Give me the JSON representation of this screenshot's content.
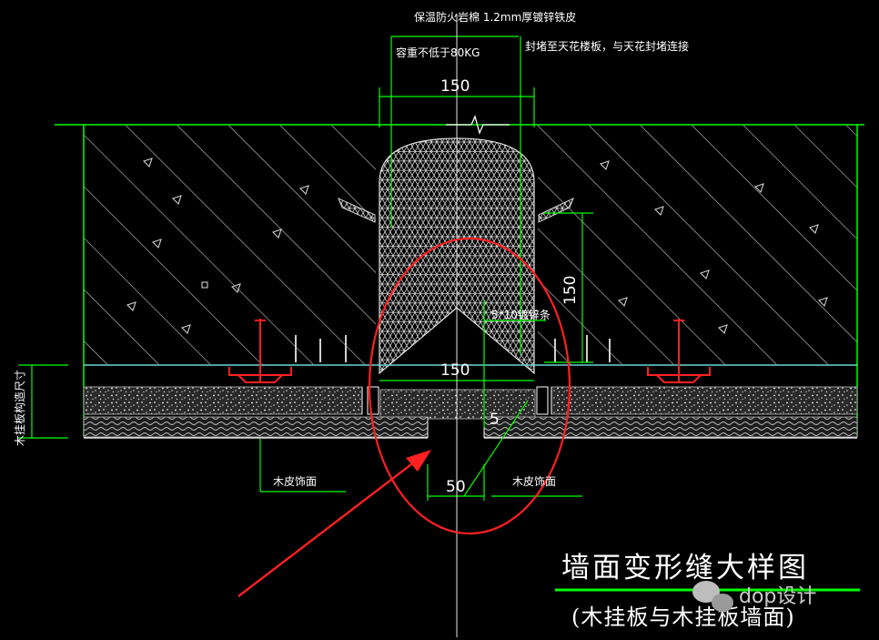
{
  "annotations": {
    "top_material": "保温防火岩棉 1.2mm厚镀锌铁皮",
    "bulk_density": "容重不低于80KG",
    "seal_note": "封堵至天花楼板，与天花封堵连接",
    "wood_finish_left": "木皮饰面",
    "wood_finish_right": "木皮饰面",
    "bar_note": "5*10镀锌条",
    "vertical_note": "木挂板构造尺寸"
  },
  "dimensions": {
    "top_width": "150",
    "vertical_height": "150",
    "mid_width": "150",
    "gap_width": "50",
    "small_dim": "5"
  },
  "title": {
    "main": "墙面变形缝大样图",
    "sub": "(木挂板与木挂板墙面)"
  },
  "watermark": {
    "text": "dop设计"
  },
  "colors": {
    "background": "#000000",
    "cad_green": "#00ff00",
    "highlight_red": "#ff2020",
    "line_white": "#ffffff",
    "line_cyan": "#6ad6d6",
    "title_underline": "#00ff00"
  }
}
